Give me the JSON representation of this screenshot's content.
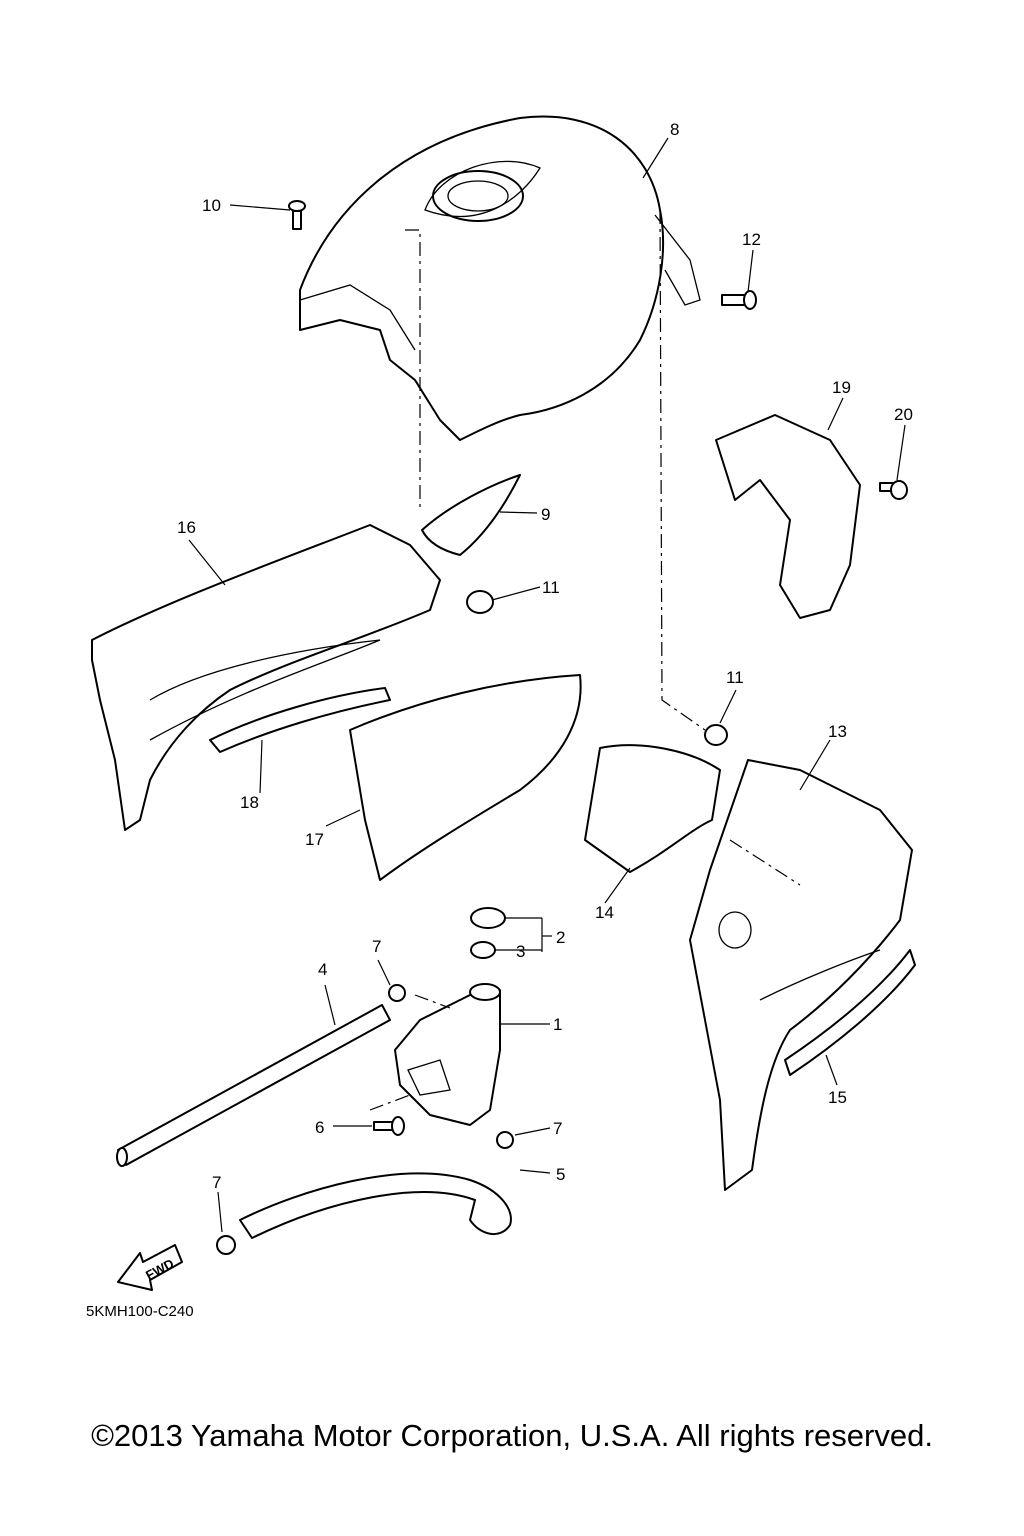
{
  "diagram": {
    "callouts": [
      {
        "id": "1",
        "text": "1"
      },
      {
        "id": "2",
        "text": "2"
      },
      {
        "id": "3",
        "text": "3"
      },
      {
        "id": "4",
        "text": "4"
      },
      {
        "id": "5",
        "text": "5"
      },
      {
        "id": "6",
        "text": "6"
      },
      {
        "id": "7a",
        "text": "7"
      },
      {
        "id": "7b",
        "text": "7"
      },
      {
        "id": "7c",
        "text": "7"
      },
      {
        "id": "8",
        "text": "8"
      },
      {
        "id": "9",
        "text": "9"
      },
      {
        "id": "10",
        "text": "10"
      },
      {
        "id": "11a",
        "text": "11"
      },
      {
        "id": "11b",
        "text": "11"
      },
      {
        "id": "12",
        "text": "12"
      },
      {
        "id": "13",
        "text": "13"
      },
      {
        "id": "14",
        "text": "14"
      },
      {
        "id": "15",
        "text": "15"
      },
      {
        "id": "16",
        "text": "16"
      },
      {
        "id": "17",
        "text": "17"
      },
      {
        "id": "18",
        "text": "18"
      },
      {
        "id": "19",
        "text": "19"
      },
      {
        "id": "20",
        "text": "20"
      }
    ],
    "fwd_label": "FWD",
    "diagram_code": "5KMH100-C240"
  },
  "footer": {
    "copyright": "©2013 Yamaha Motor Corporation, U.S.A. All rights reserved."
  }
}
